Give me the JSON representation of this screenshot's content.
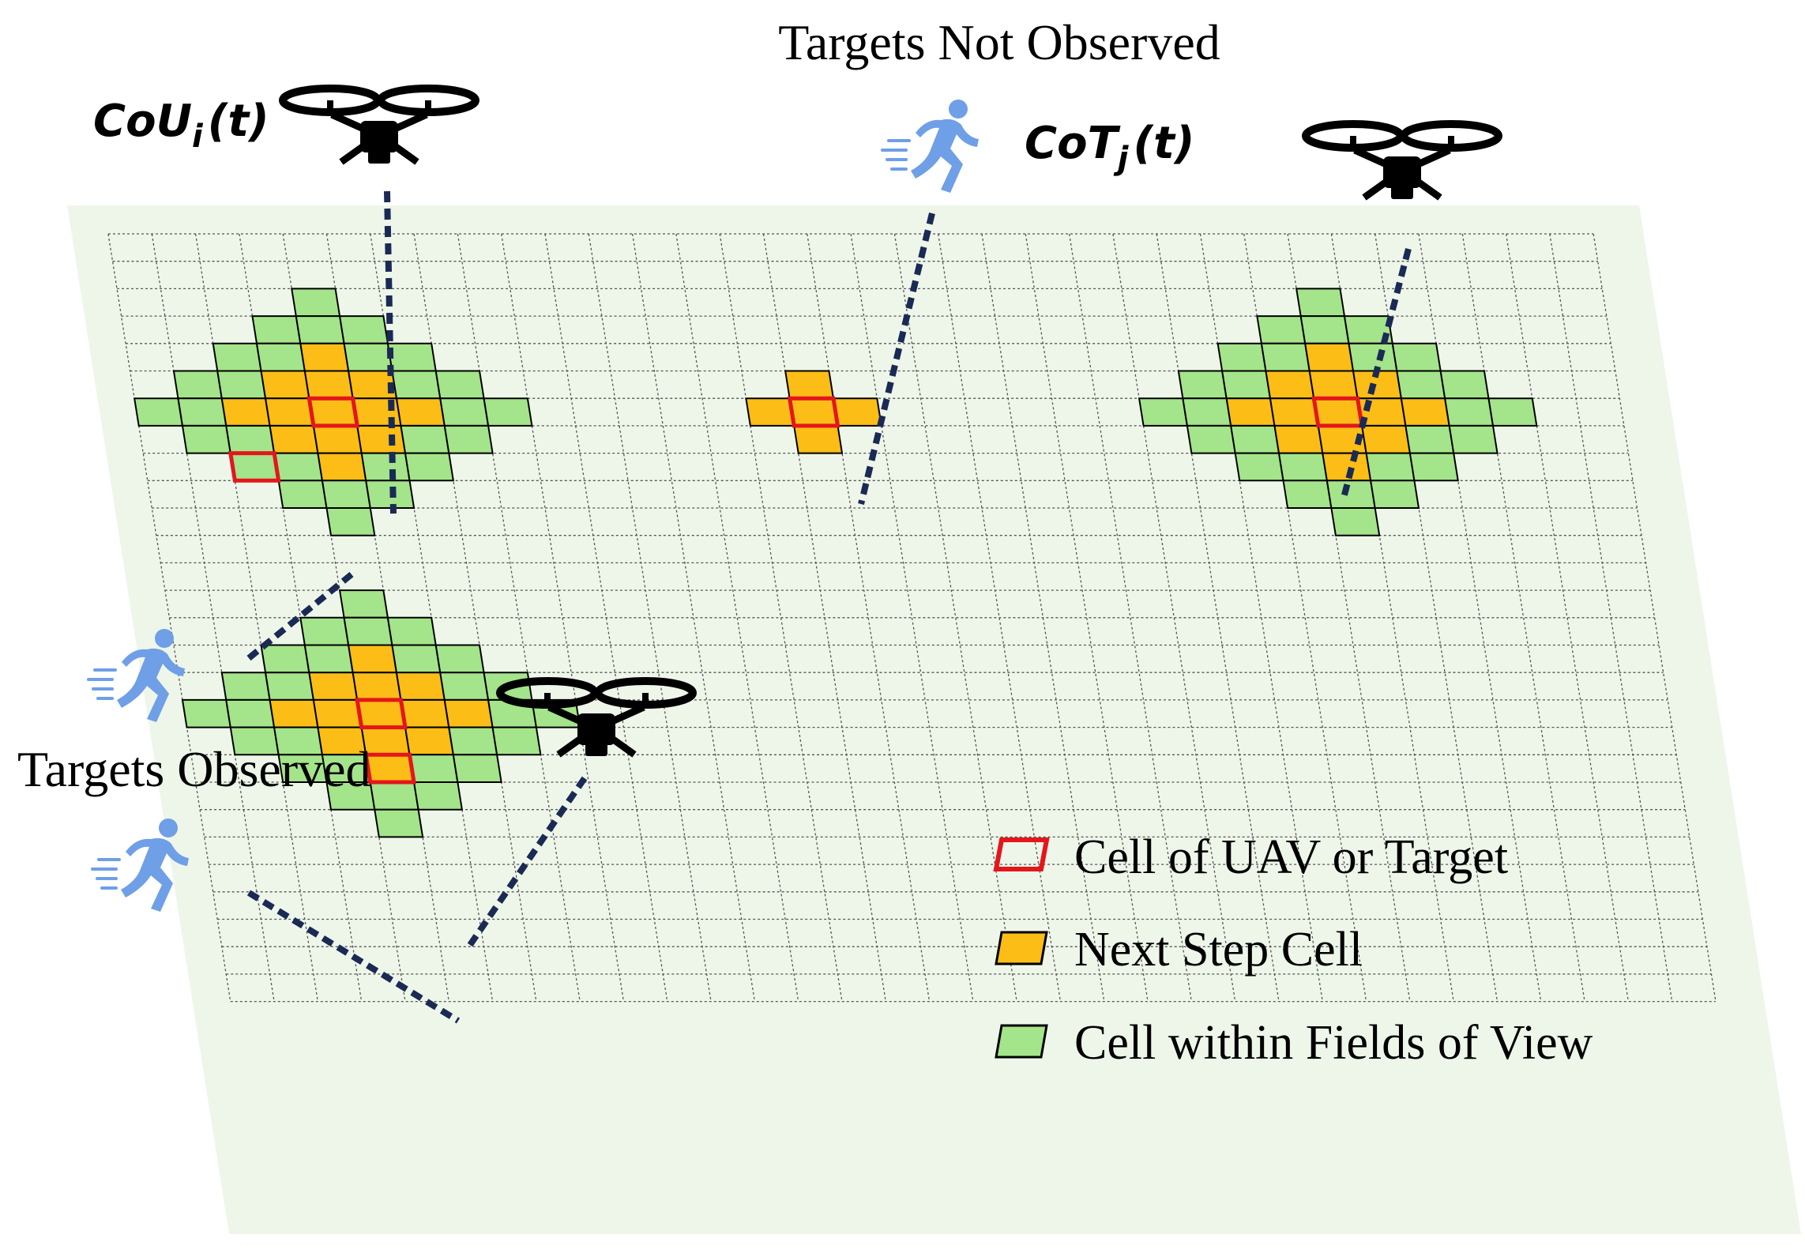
{
  "labels": {
    "targets_not_observed": "Targets Not Observed",
    "targets_observed": "Targets Observed",
    "uav_center": {
      "main": "CoU",
      "sub": "i",
      "arg": "(t)"
    },
    "target_center": {
      "main": "CoT",
      "sub": "j",
      "arg": "(t)"
    }
  },
  "legend": {
    "current_cell": "Cell of UAV or Target",
    "next_step": "Next Step Cell",
    "fov": "Cell within Fields of View"
  },
  "colors": {
    "background_plane": "#eef6ea",
    "grid_line": "#555555",
    "fov_cell": "#a4e48a",
    "next_step_cell": "#fbbd16",
    "current_cell_outline": "#e4161c",
    "dashed_line": "#1a2a55",
    "person_icon": "#6f9fe6",
    "drone_icon": "#000000"
  },
  "icons": [
    "drone-icon",
    "running-person-icon"
  ]
}
